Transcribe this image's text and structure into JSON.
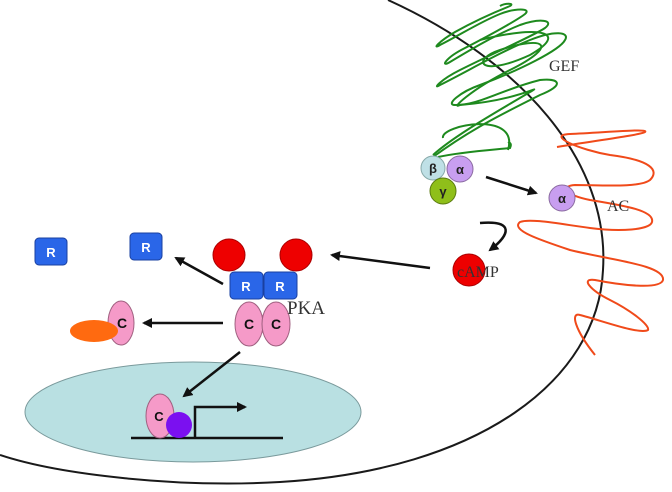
{
  "title": "cAMP / PKA signaling pathway",
  "labels": {
    "gef": "GEF",
    "ac": "AC",
    "camp": "cAMP",
    "pka": "PKA"
  },
  "subunits": {
    "beta": "β",
    "alpha": "α",
    "gamma": "γ",
    "alpha_free": "α",
    "r_free_1": "R",
    "r_free_2": "R",
    "r_pka_1": "R",
    "r_pka_2": "R",
    "c_pka_1": "C",
    "c_pka_2": "C",
    "c_bound": "C",
    "c_nucleus": "C"
  },
  "colors": {
    "membrane": "#1a1a1a",
    "gef": "#1e8a1e",
    "ac": "#f04a1a",
    "beta": "#bfe0e6",
    "alpha": "#c89ef0",
    "gamma": "#8fbf1a",
    "regulatory": "#2a66e8",
    "catalytic": "#f59ac8",
    "camp": "#ee0000",
    "inhibitor": "#ff6a10",
    "nucleus": "#b9e0e2",
    "transcription_factor": "#7b10f0",
    "arrow": "#111111"
  }
}
